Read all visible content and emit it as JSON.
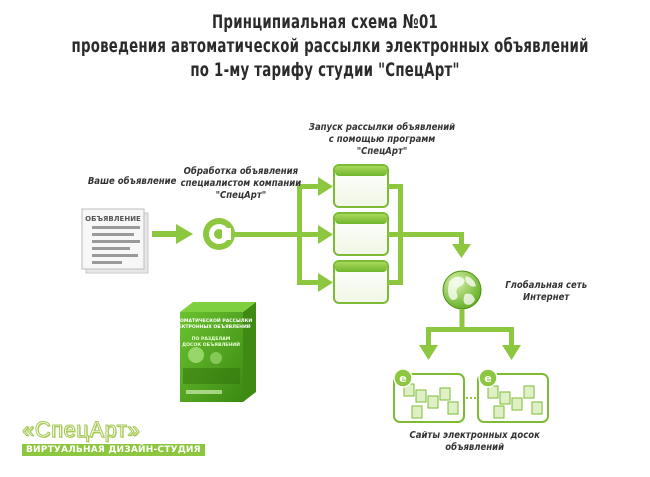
{
  "title": {
    "line1": "Принципиальная схема №01",
    "line2": "проведения автоматической рассылки электронных объявлений",
    "line3": "по 1-му тарифу студии \"СпецАрт\""
  },
  "nodes": {
    "ad": {
      "label": "Ваше объявление",
      "doc_heading": "ОБЪЯВЛЕНИЕ"
    },
    "processing": {
      "line1": "Обработка объявления",
      "line2": "специалистом компании",
      "line3": "\"СпецАрт\""
    },
    "launch": {
      "line1": "Запуск рассылки объявлений",
      "line2": "с помощью программ",
      "line3": "\"СпецАрт\""
    },
    "internet": {
      "line1": "Глобальная сеть",
      "line2": "Интернет"
    },
    "sites": {
      "line1": "Сайты электронных досок",
      "line2": "объявлений",
      "badge": "e"
    }
  },
  "product_box": {
    "line1": "АВТОМАТИЧЕСКОЙ РАССЫЛКИ",
    "line2": "ЭЛЕКТРОННЫХ ОБЪЯВЛЕНИЙ",
    "line3": "ПО РАЗДЕЛАМ",
    "line4": "ДОСОК ОБЪЯВЛЕНИЙ"
  },
  "brand": {
    "name": "«СпецАрт»",
    "tagline": "ВИРТУАЛЬНАЯ ДИЗАЙН-СТУДИЯ"
  },
  "colors": {
    "accent": "#8dc63f",
    "accent_dark": "#5a9e1a",
    "text": "#2b2b2b"
  }
}
